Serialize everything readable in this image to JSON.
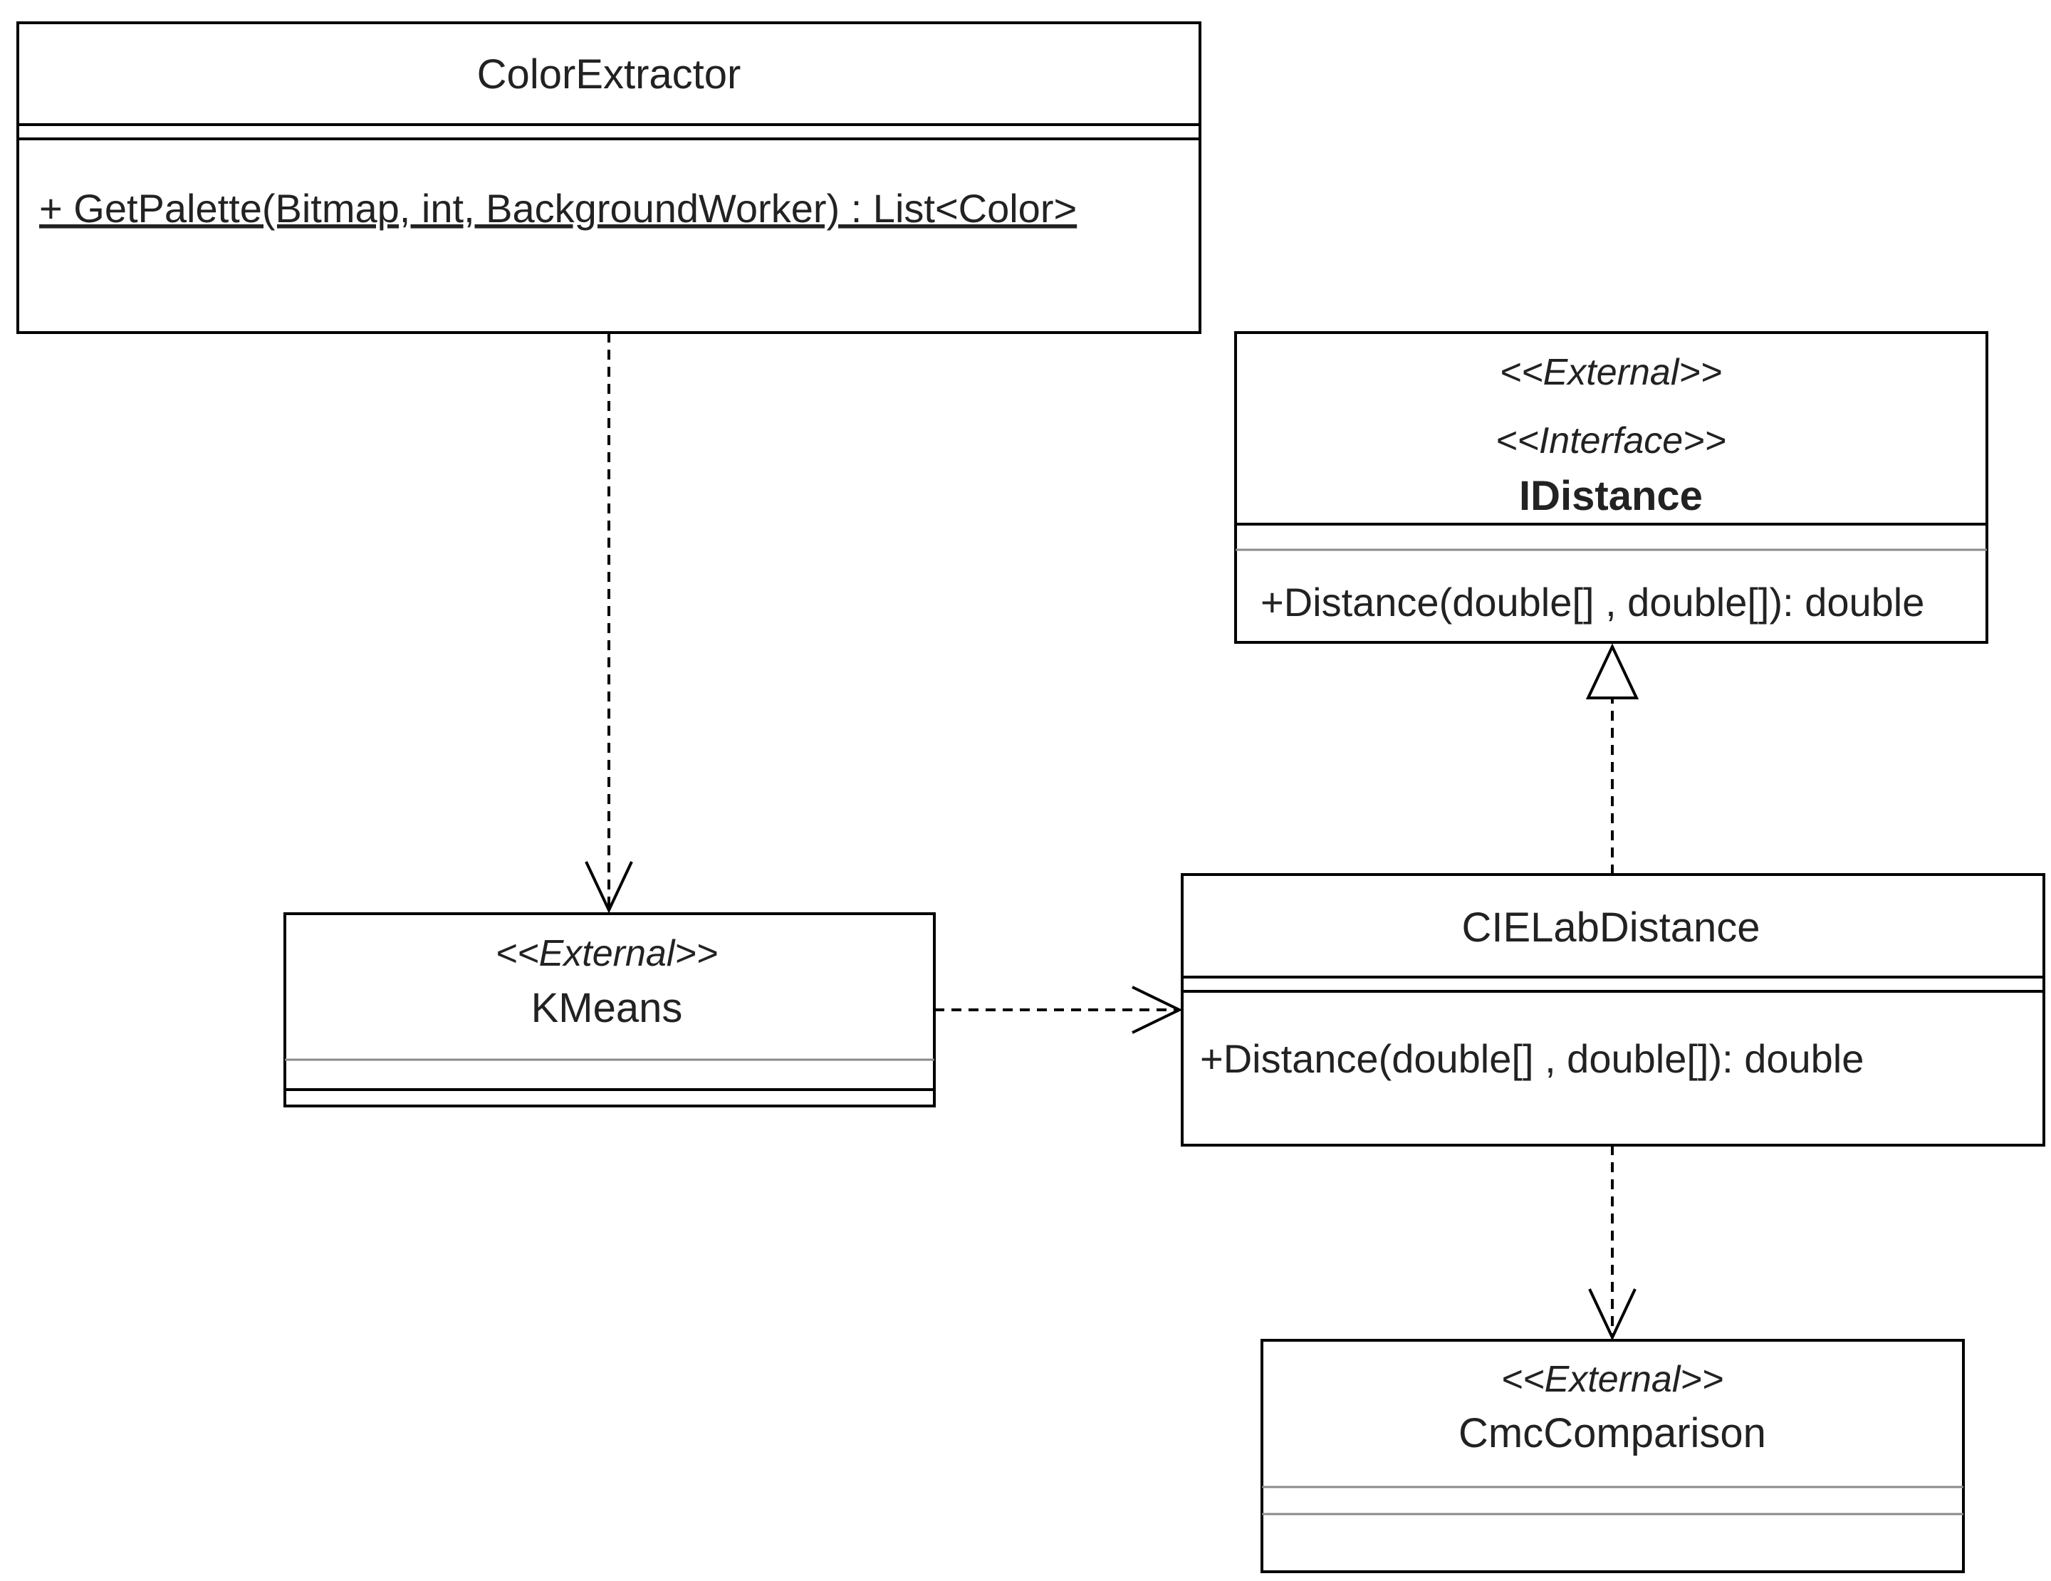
{
  "classes": {
    "color_extractor": {
      "name": "ColorExtractor",
      "operation": "+ GetPalette(Bitmap, int, BackgroundWorker) : List<Color>"
    },
    "idistance": {
      "stereotype_1": "<<External>>",
      "stereotype_2": "<<Interface>>",
      "name": "IDistance",
      "operation": "+Distance(double[] , double[]): double"
    },
    "kmeans": {
      "stereotype": "<<External>>",
      "name": "KMeans"
    },
    "cielab_distance": {
      "name": "CIELabDistance",
      "operation": "+Distance(double[] , double[]): double"
    },
    "cmc_comparison": {
      "stereotype": "<<External>>",
      "name": "CmcComparison"
    }
  },
  "relationships": [
    {
      "from": "ColorExtractor",
      "to": "KMeans",
      "kind": "dependency"
    },
    {
      "from": "KMeans",
      "to": "CIELabDistance",
      "kind": "dependency"
    },
    {
      "from": "CIELabDistance",
      "to": "IDistance",
      "kind": "realization"
    },
    {
      "from": "CIELabDistance",
      "to": "CmcComparison",
      "kind": "dependency"
    }
  ]
}
